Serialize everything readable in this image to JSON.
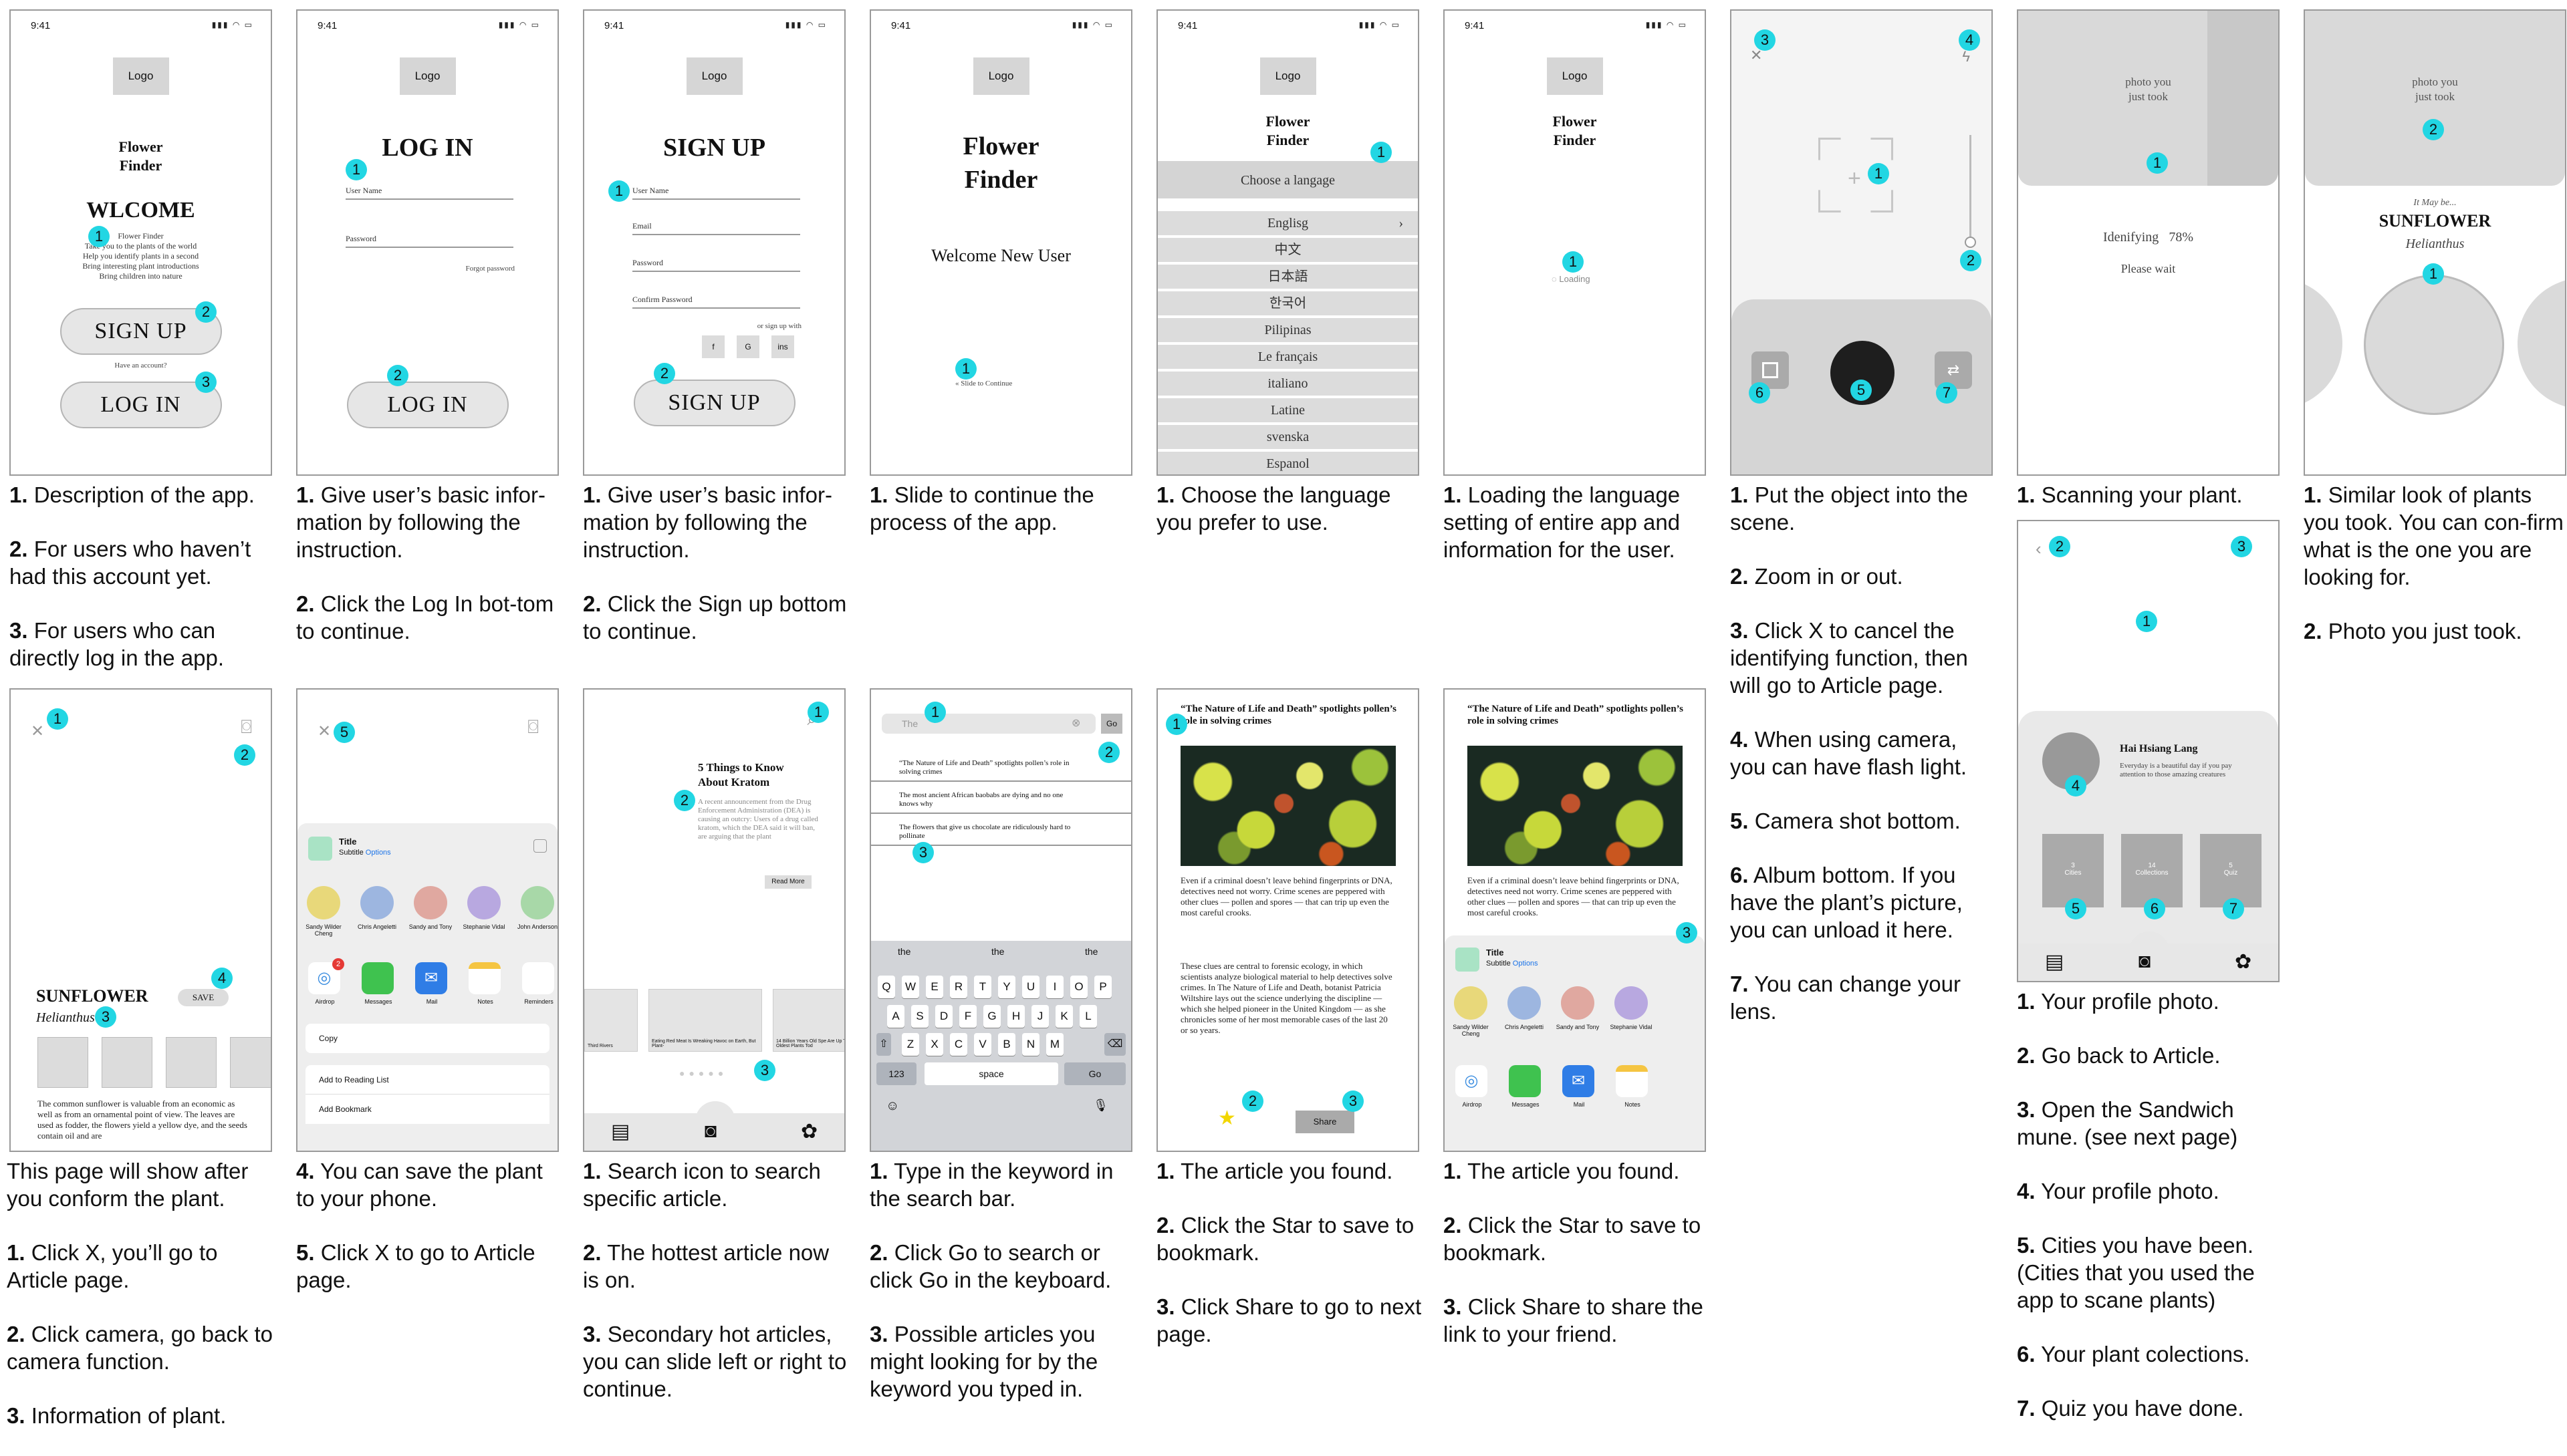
{
  "status_time": "9:41",
  "logo": "Logo",
  "s1": {
    "title": "Flower\nFinder",
    "welcome": "WLCOME",
    "desc": "Flower Finder\nTake you to the plants of the world\nHelp you identify plants in a second\nBring interesting plant introductions\nBring children into nature",
    "signup": "SIGN UP",
    "have_account": "Have an account?",
    "login": "LOG IN"
  },
  "s2": {
    "title": "LOG IN",
    "user": "User Name",
    "password": "Password",
    "forgot": "Forgot password",
    "button": "LOG IN"
  },
  "s3": {
    "title": "SIGN UP",
    "user": "User Name",
    "email": "Email",
    "password": "Password",
    "confirm": "Confirm Password",
    "alt": "or sign up with",
    "social": [
      "f",
      "G",
      "ins"
    ],
    "button": "SIGN UP"
  },
  "s4": {
    "title": "Flower\nFinder",
    "welcome": "Welcome New User",
    "slide": "Slide to Continue"
  },
  "s5": {
    "title": "Flower\nFinder",
    "choose": "Choose a langage",
    "languages": [
      "Englisg",
      "中文",
      "日本語",
      "한국어",
      "Pilipinas",
      "Le français",
      "italiano",
      "Latine",
      "svenska",
      "Espanol"
    ]
  },
  "s6": {
    "title": "Flower\nFinder",
    "loading": "Loading"
  },
  "s8": {
    "photo": "photo you\njust took",
    "identifying": "Idenifying",
    "percent": "78%",
    "wait": "Please wait"
  },
  "s9": {
    "photo": "photo you\njust took",
    "maybe": "It May be...",
    "name": "SUNFLOWER",
    "latin": "Helianthus"
  },
  "s10": {
    "name": "SUNFLOWER",
    "save": "SAVE",
    "latin": "Helianthus",
    "text": "The common sunflower is valuable from an economic as well as from an ornamental point of view. The leaves are used as fodder, the flowers yield a yellow dye, and the seeds contain oil and are"
  },
  "share": {
    "title": "Title",
    "subtitle": "Subtitle",
    "options": "Options",
    "people": [
      "Sandy Wilder Cheng",
      "Chris Angeletti",
      "Sandy and Tony",
      "Stephanie Vidal",
      "John Anderson"
    ],
    "apps": [
      "Airdrop",
      "Messages",
      "Mail",
      "Notes",
      "Reminders"
    ],
    "actions": [
      "Copy",
      "Add to Reading List",
      "Add Bookmark"
    ],
    "badge": "2"
  },
  "s12": {
    "headline": "5 Things to Know\nAbout Kratom",
    "text": "A recent announcement from the Drug Enforcement Administration (DEA) is causing an outcry: Users of a drug called kratom, which the DEA said it will ban, are arguing that the plant",
    "more": "Read More",
    "cards": [
      "Third Rivers",
      "Eating Red Meat Is Wreaking Havoc on Earth, But Plant-",
      "14 Billion Years Old Spe Are Up The Oldest Plants Tod"
    ]
  },
  "s13": {
    "query": "The",
    "go": "Go",
    "results": [
      "“The Nature of Life and Death” spotlights pollen’s role in solving crimes",
      "The most ancient African baobabs are dying and no one knows why",
      "The flowers that give us chocolate are ridiculously hard to pollinate"
    ],
    "suggest": [
      "the",
      "the",
      "the"
    ],
    "row1": [
      "Q",
      "W",
      "E",
      "R",
      "T",
      "Y",
      "U",
      "I",
      "O",
      "P"
    ],
    "row2": [
      "A",
      "S",
      "D",
      "F",
      "G",
      "H",
      "J",
      "K",
      "L"
    ],
    "row3": [
      "Z",
      "X",
      "C",
      "V",
      "B",
      "N",
      "M"
    ],
    "num": "123",
    "space": "space",
    "gobtn": "Go"
  },
  "article": {
    "title": "“The Nature of Life and Death” spotlights pollen’s role in solving crimes",
    "p1": "Even if a criminal doesn’t leave behind fingerprints or DNA, detectives need not worry. Crime scenes are peppered with other clues — pollen and spores — that can trip up even the most careful crooks.",
    "p2": "These clues are central to forensic ecology, in which scientists analyze biological material to help detectives solve crimes. In The Nature of Life and Death, botanist Patricia Wiltshire lays out the science underlying the discipline — which she helped pioneer in the United Kingdom — as she chronicles some of her most memorable cases of the last 20 or so years.",
    "share": "Share"
  },
  "profile": {
    "name": "Hai Hsiang Lang",
    "bio": "Everyday is a beautiful day if you pay attention to those amazing creatures",
    "stats": [
      {
        "n": "3",
        "l": "Cities"
      },
      {
        "n": "14",
        "l": "Collections"
      },
      {
        "n": "5",
        "l": "Quiz"
      }
    ]
  },
  "captions": {
    "c1": [
      [
        "1.",
        " Description of the app."
      ],
      [
        "2.",
        " For users who haven’t had this account yet."
      ],
      [
        "3.",
        " For users who can directly log in the app."
      ]
    ],
    "c2": [
      [
        "1.",
        " Give user’s basic infor-mation by following the instruction."
      ],
      [
        "2.",
        " Click the Log In bot-tom to continue."
      ]
    ],
    "c3": [
      [
        "1.",
        " Give user’s basic infor-mation by following the instruction."
      ],
      [
        "2.",
        " Click the Sign up bottom to continue."
      ]
    ],
    "c4": [
      [
        "1.",
        " Slide to continue the process of the app."
      ]
    ],
    "c5": [
      [
        "1.",
        " Choose the language you prefer to use."
      ]
    ],
    "c6": [
      [
        "1.",
        " Loading the language setting of entire app and information for the user."
      ]
    ],
    "c7": [
      [
        "1.",
        " Put the object into the scene."
      ],
      [
        "2.",
        " Zoom in or out."
      ],
      [
        "3.",
        " Click X to cancel the identifying function, then will go to Article page."
      ],
      [
        "4.",
        " When using camera, you can have flash light."
      ],
      [
        "5.",
        " Camera shot bottom."
      ],
      [
        "6.",
        " Album bottom. If you have the plant’s picture, you can unload it here."
      ],
      [
        "7.",
        " You can change your lens."
      ]
    ],
    "c8": [
      [
        "1.",
        " Scanning your plant."
      ]
    ],
    "c9": [
      [
        "1.",
        " Similar look of plants you took. You can con-firm what is the one you are looking for."
      ],
      [
        "2.",
        " Photo you just took."
      ]
    ],
    "c10": [
      [
        "",
        "This page will show after you conform the plant."
      ],
      [
        "1.",
        " Click X, you’ll go to Article page."
      ],
      [
        "2.",
        " Click camera, go back to camera function."
      ],
      [
        "3.",
        " Information of plant."
      ]
    ],
    "c11": [
      [
        "4.",
        " You can save the plant to your phone."
      ],
      [
        "5.",
        " Click X to go to Article page."
      ]
    ],
    "c12": [
      [
        "1.",
        " Search icon to search specific article."
      ],
      [
        "2.",
        " The hottest article now is on."
      ],
      [
        "3.",
        " Secondary hot articles, you can slide left or right to continue."
      ]
    ],
    "c13": [
      [
        "1.",
        " Type in the keyword in the search bar."
      ],
      [
        "2.",
        " Click Go to search or click Go in the keyboard."
      ],
      [
        "3.",
        " Possible articles you might looking for by the keyword you typed in."
      ]
    ],
    "c14": [
      [
        "1.",
        " The article you found."
      ],
      [
        "2.",
        " Click the Star to save to bookmark."
      ],
      [
        "3.",
        " Click Share to go to next page."
      ]
    ],
    "c15": [
      [
        "1.",
        " The article you found."
      ],
      [
        "2.",
        " Click the Star to save to bookmark."
      ],
      [
        "3.",
        " Click Share to share the link to your friend."
      ]
    ],
    "c16": [
      [
        "1.",
        " Your profile photo."
      ],
      [
        "2.",
        " Go back to Article."
      ],
      [
        "3.",
        " Open the Sandwich mune. (see next page)"
      ],
      [
        "4.",
        " Your profile photo."
      ],
      [
        "5.",
        " Cities you have been. (Cities that you used the app to scane plants)"
      ],
      [
        "6.",
        " Your plant colections."
      ],
      [
        "7.",
        " Quiz you have done."
      ]
    ]
  },
  "markers": [
    "1",
    "2",
    "3",
    "4",
    "5",
    "6",
    "7"
  ]
}
